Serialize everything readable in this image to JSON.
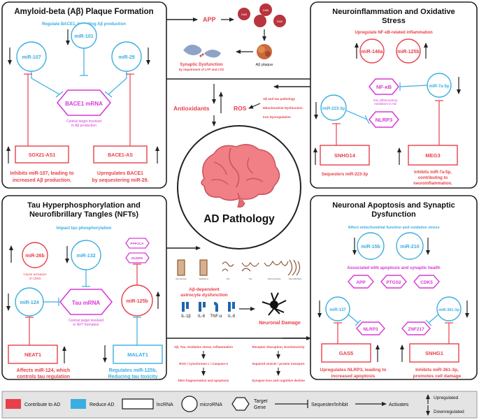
{
  "colors": {
    "red": "#e8404a",
    "blue": "#3aaee0",
    "magenta": "#d63ad6",
    "dark": "#222222",
    "brain": "#f07f86"
  },
  "center": {
    "title": "AD Pathology"
  },
  "panel_tl": {
    "title": "Amyloid-beta (Aβ) Plaque Formation",
    "subtitle": "Regulate BACE1, Inhibiting Aβ production",
    "mir107": "miR-107",
    "mir101": "miR-101",
    "mir29": "miR-29",
    "bace1": "BACE1 mRNA",
    "note1": "Central target involved",
    "note2": "in Aβ production",
    "sox": "SOX21-AS1",
    "bace1as": "BACE1-AS",
    "d1a": "Inhibits miR-107, leading to",
    "d1b": "increased Aβ production.",
    "d2a": "Upregulates BACE1",
    "d2b": "by sequestering miR-29."
  },
  "top_mid": {
    "app": "APP",
    "dab1": "DAB",
    "dab2": "DAB",
    "dab3": "DAB",
    "plaque": "Aβ plaque",
    "syn1": "Synaptic Dysfunction",
    "syn2": "by impairment of LTP and LTD",
    "antiox": "Antioxidants",
    "ros": "ROS",
    "r1": "Aβ and tau pathology",
    "r2": "Mitochondrial Dysfunction",
    "r3": "Iron Dysregulation"
  },
  "panel_tr": {
    "title1": "Neuroinflammation and Oxidative",
    "title2": "Stress",
    "subtitle": "Upregulate NF-κB-related inflammation",
    "mir146": "miR-146a",
    "mir125": "miR-125b",
    "nfkb": "NF-κB",
    "mir7": "miR-7a-5p",
    "key1": "Key inflammatory",
    "key2": "mediators in AD",
    "mir223": "miR-223-3p",
    "nlrp3": "NLRP3",
    "snhg14": "SNHG14",
    "meg3": "MEG3",
    "d1": "Sequesters miR-223-3p",
    "d2a": "Inhibits miR-7a-5p,",
    "d2b": "contributing to",
    "d2c": "neuroinflammation."
  },
  "panel_bl": {
    "title1": "Tau Hyperphosphorylation and",
    "title2": "Neurofibrillary Tangles (NFTs)",
    "subtitle": "Impact tau phosphorylation",
    "mir26": "miR-26b",
    "mir132": "miR-132",
    "ppp1ca": "PPP1CA",
    "dusp6": "DUSP6",
    "c1": "Cause activation",
    "c2": "of CDK5",
    "mir124": "miR-124",
    "tau": "Tau mRNA",
    "mir125": "miR-125b",
    "note1": "Central target involved",
    "note2": "in NFT formation",
    "neat1": "NEAT1",
    "malat1": "MALAT1",
    "d1a": "Affects miR-124, which",
    "d1b": "controls tau regulation",
    "d2a": "Regulates miR-125b,",
    "d2b": "Reducing tau toxicity"
  },
  "mid_bottom": {
    "a1": "Aβ-dependent",
    "a2": "astrocyte dysfunction",
    "il1": "IL-1β",
    "il6": "IL-6",
    "tnf": "TNF-α",
    "il8": "IL-8",
    "neuronal": "Neuronal Damage",
    "s1": "Microtubule",
    "s2": "Stabilized",
    "s3": "Tau",
    "s4": "Tau",
    "s5": "Paired Helical",
    "s6": "Neurofibrillary",
    "k1": "Aβ, Tau, Oxidative stress, Inflammation",
    "k2": "ROS / Cytochrome c / Caspase-3",
    "k3": "DNA fragmentation and apoptosis",
    "k4": "Receptor Disruption, Excitotoxicity",
    "k5": "Impaired vesicle / protein transport",
    "k6": "Synapse loss and cognitive decline"
  },
  "panel_br": {
    "title1": "Neuronal Apoptosis and Synaptic",
    "title2": "Dysfunction",
    "subtitle": "Affect mitochondrial function and oxidative stress",
    "mir15": "miR-15b",
    "mir210": "miR-210",
    "assoc": "Associated with apoptosis and synaptic health",
    "app": "APP",
    "ptgs2": "PTGS2",
    "cdk5": "CDK5",
    "mir137": "miR-137",
    "mir361": "miR-361-3p",
    "nlrp3": "NLRP3",
    "znf217": "ZNF217",
    "gas5": "GAS5",
    "snhg1": "SNHG1",
    "d1a": "Upregulates NLRP3, leading to",
    "d1b": "increased apoptosis",
    "d2a": "Inhibits miR-361-3p,",
    "d2b": "promotes cell damage"
  },
  "legend": {
    "contrib": "Contribute to AD",
    "reduce": "Reduce AD",
    "lnc": "lncRNA",
    "mirna": "microRNA",
    "target1": "Target",
    "target2": "Gene",
    "seq": "Sequester/Inhibit",
    "act": "Activates",
    "up": "Upregulated",
    "down": "Downregulated"
  }
}
